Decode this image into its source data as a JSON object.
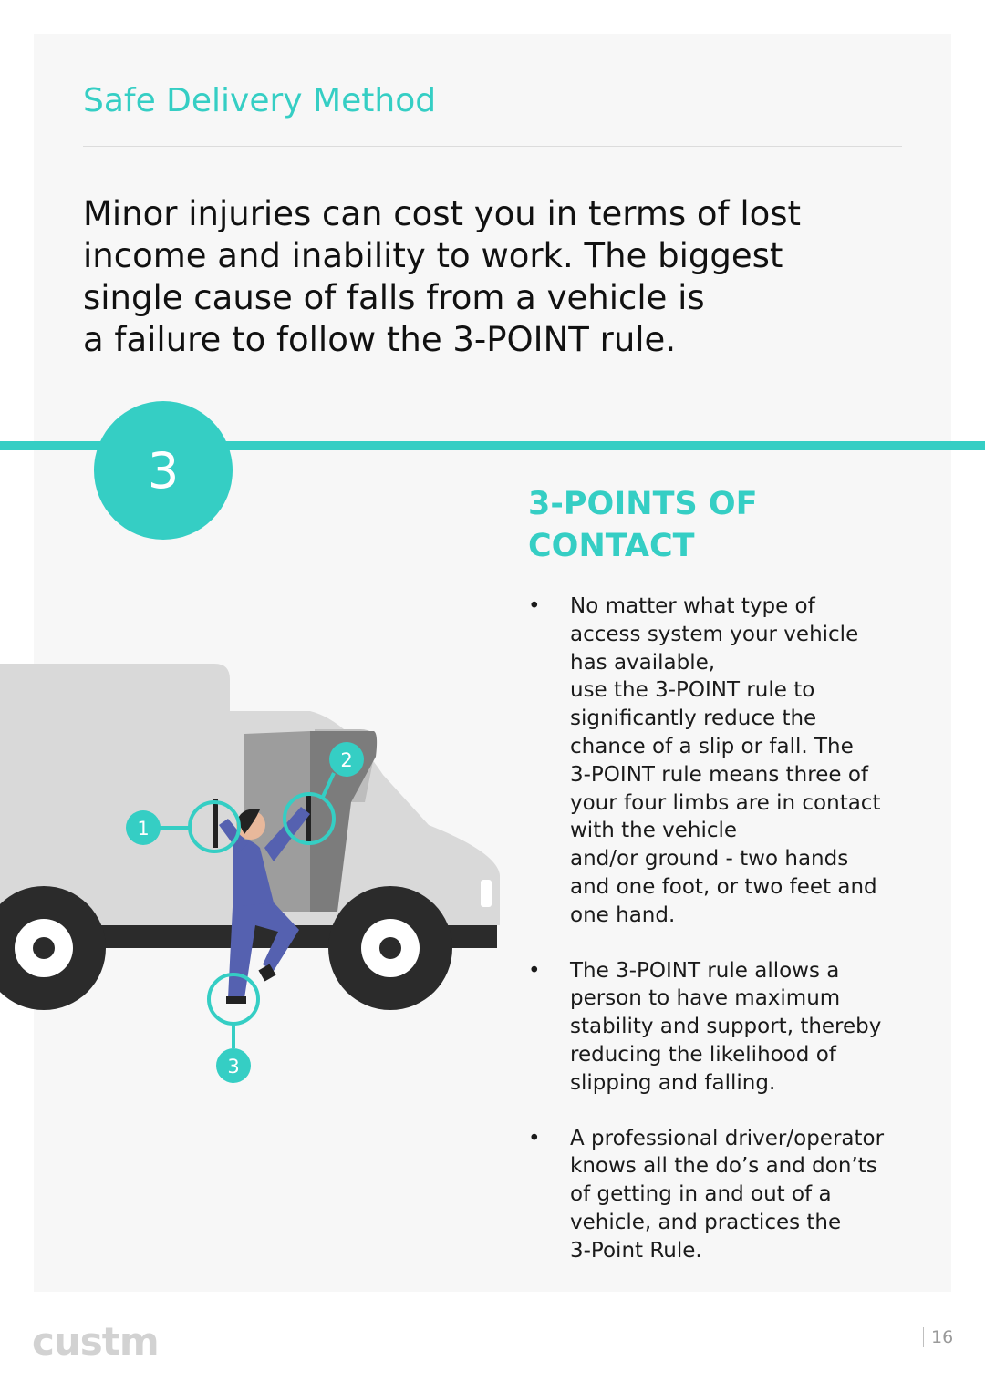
{
  "header": {
    "title": "Safe Delivery Method"
  },
  "lead": {
    "lines": [
      "Minor injuries can cost you in terms of lost",
      "income and inability to work. The biggest",
      "single cause of falls from a vehicle is",
      "a failure to follow the 3-POINT rule."
    ]
  },
  "step": {
    "number": "3"
  },
  "points": {
    "title_lines": [
      "3-POINTS OF",
      "CONTACT"
    ],
    "bullet_char": "•",
    "bullets": [
      {
        "lines": [
          "No matter what type of",
          "access system your vehicle",
          "has available,",
          "use the 3-POINT rule to",
          "significantly reduce the",
          "chance of a slip or fall. The",
          "3-POINT rule means three of",
          "your four limbs are in contact",
          "with the vehicle",
          "and/or ground - two hands",
          "and one foot, or two feet and",
          "one hand."
        ]
      },
      {
        "lines": [
          "The 3-POINT rule allows a",
          "person to have maximum",
          "stability and support, thereby",
          "reducing the likelihood of",
          "slipping and falling."
        ]
      },
      {
        "lines": [
          "A professional driver/operator",
          "knows all the do’s and don’ts",
          "of getting in and out of a",
          "vehicle, and practices the",
          "3-Point Rule."
        ]
      }
    ]
  },
  "illustration": {
    "markers": [
      "1",
      "2",
      "3"
    ],
    "colors": {
      "accent": "#35cec4",
      "truck": "#d9d9d9",
      "figure": "#5561b0",
      "tire": "#2b2b2b"
    }
  },
  "footer": {
    "brand": "custm",
    "page_number": "16"
  }
}
